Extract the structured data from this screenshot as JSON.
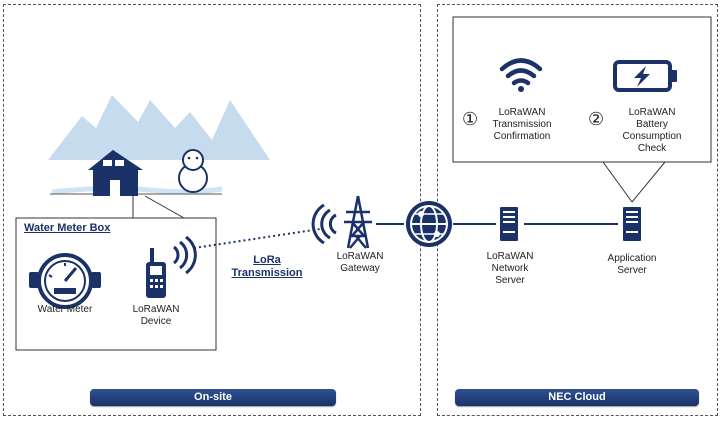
{
  "zones": {
    "onsite_label": "On-site",
    "cloud_label": "NEC Cloud"
  },
  "meter_box": {
    "title": "Water Meter Box",
    "water_meter_label": "Water Meter",
    "device_label_1": "LoRaWAN",
    "device_label_2": "Device"
  },
  "transmission": {
    "label_1": "LoRa",
    "label_2": "Transmission"
  },
  "gateway": {
    "label_1": "LoRaWAN",
    "label_2": "Gateway"
  },
  "network_server": {
    "label_1": "LoRaWAN",
    "label_2": "Network",
    "label_3": "Server"
  },
  "application_server": {
    "label_1": "Application",
    "label_2": "Server"
  },
  "functions": {
    "f1_num": "①",
    "f1_line1": "LoRaWAN",
    "f1_line2": "Transmission",
    "f1_line3": "Confirmation",
    "f2_num": "②",
    "f2_line1": "LoRaWAN",
    "f2_line2": "Battery",
    "f2_line3": "Consumption",
    "f2_line4": "Check"
  },
  "colors": {
    "navy": "#1b3268",
    "mountain": "#c7dbef",
    "water": "#cfe4f5"
  },
  "icons": [
    "house-icon",
    "snowman-icon",
    "mountains-icon",
    "water-meter-icon",
    "lorawan-device-icon",
    "signal-icon",
    "gateway-tower-icon",
    "globe-icon",
    "server-icon",
    "wifi-icon",
    "battery-icon"
  ]
}
